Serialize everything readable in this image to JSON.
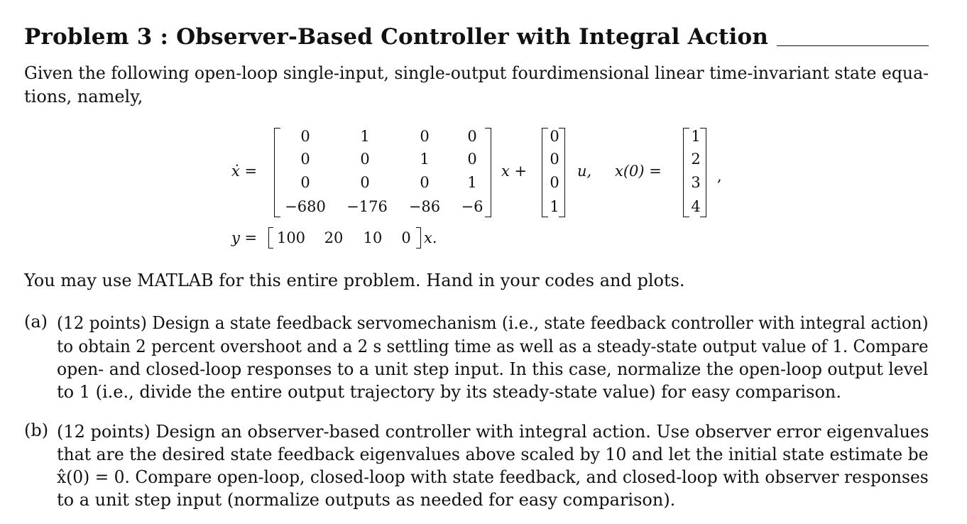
{
  "problem": {
    "title": "Problem 3 : Observer-Based Controller with Integral Action",
    "intro_line1": "Given the following open-loop single-input, single-output fourdimensional linear time-invariant state equa-",
    "intro_line2": "tions, namely,"
  },
  "equation": {
    "xdot_lhs": "ẋ =",
    "A": [
      [
        "0",
        "1",
        "0",
        "0"
      ],
      [
        "0",
        "0",
        "1",
        "0"
      ],
      [
        "0",
        "0",
        "0",
        "1"
      ],
      [
        "−680",
        "−176",
        "−86",
        "−6"
      ]
    ],
    "x_plus": "x +",
    "B": [
      "0",
      "0",
      "0",
      "1"
    ],
    "u_comma": "u,",
    "x0_lhs": "x(0) =",
    "x0": [
      "1",
      "2",
      "3",
      "4"
    ],
    "trailing_comma": ",",
    "y_lhs": "y =",
    "C": [
      "100",
      "20",
      "10",
      "0"
    ],
    "y_rhs": "x."
  },
  "note": "You may use MATLAB for this entire problem. Hand in your codes and plots.",
  "parts": [
    {
      "label": "(a)",
      "lines": [
        "(12 points) Design a state feedback servomechanism (i.e., state feedback controller with integral action)",
        "to obtain 2 percent overshoot and a 2 s settling time as well as a steady-state output value of 1. Compare",
        "open- and closed-loop responses to a unit step input. In this case, normalize the open-loop output level",
        "to 1 (i.e., divide the entire output trajectory by its steady-state value) for easy comparison."
      ]
    },
    {
      "label": "(b)",
      "lines": [
        "(12 points) Design an observer-based controller with integral action. Use observer error eigenvalues",
        "that are the desired state feedback eigenvalues above scaled by 10 and let the initial state estimate be",
        "x̂(0) = 0. Compare open-loop, closed-loop with state feedback, and closed-loop with observer responses",
        "to a unit step input (normalize outputs as needed for easy comparison)."
      ]
    }
  ]
}
